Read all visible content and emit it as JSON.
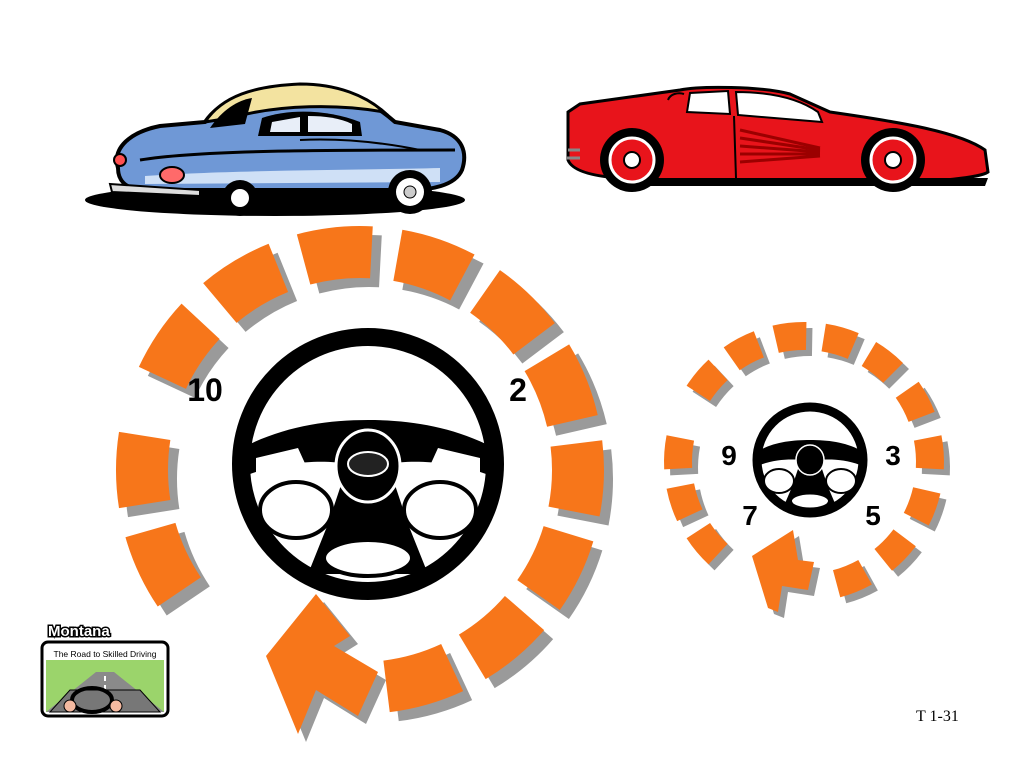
{
  "large_wheel": {
    "left_hand_position": "10",
    "right_hand_position": "2"
  },
  "small_wheel": {
    "upper_left_position": "9",
    "upper_right_position": "3",
    "lower_left_position": "7",
    "lower_right_position": "5"
  },
  "logo": {
    "title": "Montana",
    "tagline": "The Road to Skilled Driving"
  },
  "slide_number": "T 1-31",
  "colors": {
    "segment_orange": "#F7761A",
    "segment_shadow": "#9A9A9A",
    "classic_car_blue": "#6F98D6",
    "classic_car_roof": "#F3E3A0",
    "sports_car_red": "#E8141B"
  },
  "icons": [
    "classic-car-icon",
    "sports-car-icon",
    "steering-wheel-icon",
    "curved-arrow-icon",
    "driving-school-logo-icon"
  ]
}
